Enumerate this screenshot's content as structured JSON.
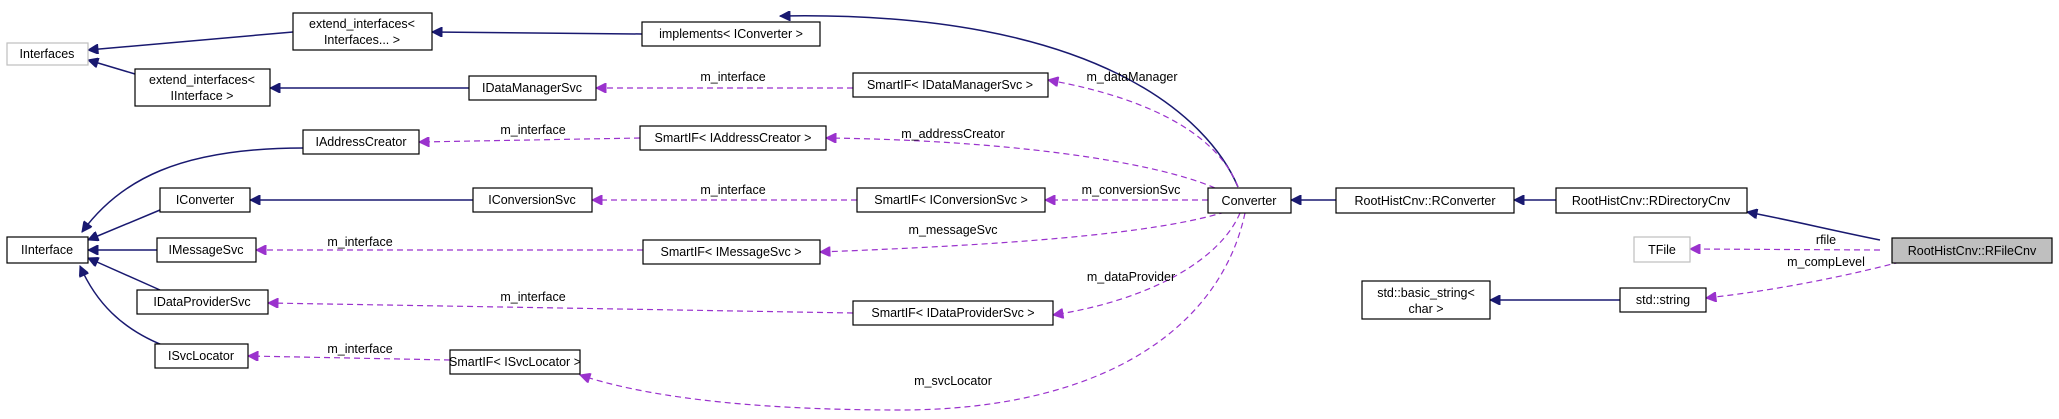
{
  "nodes": {
    "interfaces": "Interfaces",
    "iinterface": "IInterface",
    "extend_interfaces_1": "extend_interfaces<",
    "extend_interfaces_2": "Interfaces... >",
    "extend_iinterface_1": "extend_interfaces<",
    "extend_iinterface_2": "IInterface >",
    "implements_iconverter": "implements< IConverter >",
    "idatamanagersvc": "IDataManagerSvc",
    "iaddresscreator": "IAddressCreator",
    "iconverter": "IConverter",
    "iconversionsvc": "IConversionSvc",
    "imessagesvc": "IMessageSvc",
    "idataprovidersvc": "IDataProviderSvc",
    "isvclocator": "ISvcLocator",
    "smartif_idatamanagersvc": "SmartIF< IDataManagerSvc >",
    "smartif_iaddresscreator": "SmartIF< IAddressCreator >",
    "smartif_iconversionsvc": "SmartIF< IConversionSvc >",
    "smartif_imessagesvc": "SmartIF< IMessageSvc >",
    "smartif_idataprovidersvc": "SmartIF< IDataProviderSvc >",
    "smartif_isvclocator": "SmartIF< ISvcLocator >",
    "converter": "Converter",
    "rconverter": "RootHistCnv::RConverter",
    "rdirectorycnv": "RootHistCnv::RDirectoryCnv",
    "rfilecnv": "RootHistCnv::RFileCnv",
    "tfile": "TFile",
    "basic_string_1": "std::basic_string<",
    "basic_string_2": "char >",
    "std_string": "std::string"
  },
  "edge_labels": {
    "m_interface": "m_interface",
    "m_dataManager": "m_dataManager",
    "m_addressCreator": "m_addressCreator",
    "m_conversionSvc": "m_conversionSvc",
    "m_messageSvc": "m_messageSvc",
    "m_dataProvider": "m_dataProvider",
    "m_svcLocator": "m_svcLocator",
    "rfile": "rfile",
    "m_compLevel": "m_compLevel"
  },
  "colors": {
    "inheritance": "#191970",
    "usage": "#9a32cd",
    "highlight_fill": "#bfbfbf",
    "grey_border": "#bfbfbf"
  }
}
